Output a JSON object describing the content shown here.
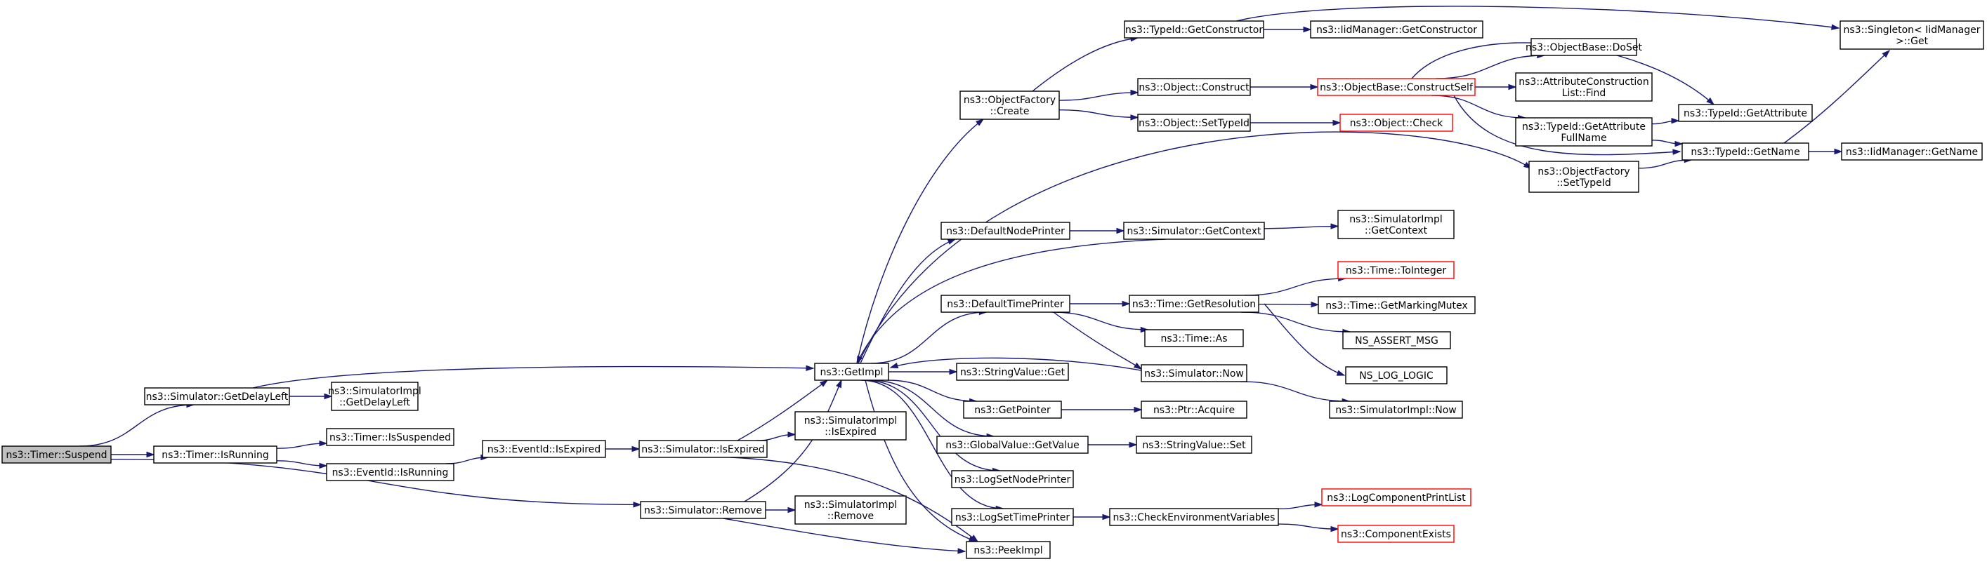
{
  "graph": {
    "nodes": [
      {
        "id": "suspend",
        "lines": [
          "ns3::Timer::Suspend"
        ],
        "style": "root"
      },
      {
        "id": "getdelayleft",
        "lines": [
          "ns3::Simulator::GetDelayLeft"
        ]
      },
      {
        "id": "isrunning",
        "lines": [
          "ns3::Timer::IsRunning"
        ]
      },
      {
        "id": "simremove",
        "lines": [
          "ns3::Simulator::Remove"
        ]
      },
      {
        "id": "getimpl",
        "lines": [
          "ns3::GetImpl"
        ]
      },
      {
        "id": "simimpl_getdelayleft",
        "lines": [
          "ns3::SimulatorImpl",
          "::GetDelayLeft"
        ]
      },
      {
        "id": "issuspended",
        "lines": [
          "ns3::Timer::IsSuspended"
        ]
      },
      {
        "id": "evid_isrunning",
        "lines": [
          "ns3::EventId::IsRunning"
        ]
      },
      {
        "id": "evid_isexpired",
        "lines": [
          "ns3::EventId::IsExpired"
        ]
      },
      {
        "id": "sim_isexpired",
        "lines": [
          "ns3::Simulator::IsExpired"
        ]
      },
      {
        "id": "simimpl_isexpired",
        "lines": [
          "ns3::SimulatorImpl",
          "::IsExpired"
        ]
      },
      {
        "id": "simimpl_remove",
        "lines": [
          "ns3::SimulatorImpl",
          "::Remove"
        ]
      },
      {
        "id": "peekimpl",
        "lines": [
          "ns3::PeekImpl"
        ]
      },
      {
        "id": "of_create",
        "lines": [
          "ns3::ObjectFactory",
          "::Create"
        ]
      },
      {
        "id": "defaultnodeprinter",
        "lines": [
          "ns3::DefaultNodePrinter"
        ]
      },
      {
        "id": "defaulttimeprinter",
        "lines": [
          "ns3::DefaultTimePrinter"
        ]
      },
      {
        "id": "stringvalue_get",
        "lines": [
          "ns3::StringValue::Get"
        ]
      },
      {
        "id": "getpointer",
        "lines": [
          "ns3::GetPointer"
        ]
      },
      {
        "id": "globalvalue_getvalue",
        "lines": [
          "ns3::GlobalValue::GetValue"
        ]
      },
      {
        "id": "logsetnodeprinter",
        "lines": [
          "ns3::LogSetNodePrinter"
        ]
      },
      {
        "id": "logsettimeprinter",
        "lines": [
          "ns3::LogSetTimePrinter"
        ]
      },
      {
        "id": "typeid_getconstructor",
        "lines": [
          "ns3::TypeId::GetConstructor"
        ]
      },
      {
        "id": "object_construct",
        "lines": [
          "ns3::Object::Construct"
        ]
      },
      {
        "id": "object_settypeid",
        "lines": [
          "ns3::Object::SetTypeId"
        ]
      },
      {
        "id": "sim_getcontext",
        "lines": [
          "ns3::Simulator::GetContext"
        ]
      },
      {
        "id": "time_getresolution",
        "lines": [
          "ns3::Time::GetResolution"
        ]
      },
      {
        "id": "time_as",
        "lines": [
          "ns3::Time::As"
        ]
      },
      {
        "id": "sim_now",
        "lines": [
          "ns3::Simulator::Now"
        ]
      },
      {
        "id": "ptr_acquire",
        "lines": [
          "ns3::Ptr::Acquire"
        ]
      },
      {
        "id": "stringvalue_set",
        "lines": [
          "ns3::StringValue::Set"
        ]
      },
      {
        "id": "checkenv",
        "lines": [
          "ns3::CheckEnvironmentVariables"
        ]
      },
      {
        "id": "iidmgr_getconstructor",
        "lines": [
          "ns3::IidManager::GetConstructor"
        ]
      },
      {
        "id": "objbase_constructself",
        "lines": [
          "ns3::ObjectBase::ConstructSelf"
        ],
        "style": "red"
      },
      {
        "id": "object_check",
        "lines": [
          "ns3::Object::Check"
        ],
        "style": "red"
      },
      {
        "id": "simimpl_getcontext",
        "lines": [
          "ns3::SimulatorImpl",
          "::GetContext"
        ]
      },
      {
        "id": "time_tointeger",
        "lines": [
          "ns3::Time::ToInteger"
        ],
        "style": "red"
      },
      {
        "id": "time_getmarkingmutex",
        "lines": [
          "ns3::Time::GetMarkingMutex"
        ]
      },
      {
        "id": "ns_assert_msg",
        "lines": [
          "NS_ASSERT_MSG"
        ]
      },
      {
        "id": "ns_log_logic",
        "lines": [
          "NS_LOG_LOGIC"
        ]
      },
      {
        "id": "simimpl_now",
        "lines": [
          "ns3::SimulatorImpl::Now"
        ]
      },
      {
        "id": "logcomponentprintlist",
        "lines": [
          "ns3::LogComponentPrintList"
        ],
        "style": "red"
      },
      {
        "id": "componentexists",
        "lines": [
          "ns3::ComponentExists"
        ],
        "style": "red"
      },
      {
        "id": "objbase_doset",
        "lines": [
          "ns3::ObjectBase::DoSet"
        ]
      },
      {
        "id": "attrconstructionlist_find",
        "lines": [
          "ns3::AttributeConstruction",
          "List::Find"
        ]
      },
      {
        "id": "typeid_getattributefullname",
        "lines": [
          "ns3::TypeId::GetAttribute",
          "FullName"
        ]
      },
      {
        "id": "of_settypeid",
        "lines": [
          "ns3::ObjectFactory",
          "::SetTypeId"
        ]
      },
      {
        "id": "singleton_get",
        "lines": [
          "ns3::Singleton< IidManager",
          " >::Get"
        ]
      },
      {
        "id": "typeid_getattribute",
        "lines": [
          "ns3::TypeId::GetAttribute"
        ]
      },
      {
        "id": "typeid_getname",
        "lines": [
          "ns3::TypeId::GetName"
        ]
      },
      {
        "id": "iidmgr_getname",
        "lines": [
          "ns3::IidManager::GetName"
        ]
      }
    ],
    "edges": [
      [
        "suspend",
        "getdelayleft"
      ],
      [
        "suspend",
        "isrunning"
      ],
      [
        "suspend",
        "simremove"
      ],
      [
        "getdelayleft",
        "getimpl"
      ],
      [
        "getdelayleft",
        "simimpl_getdelayleft"
      ],
      [
        "isrunning",
        "issuspended"
      ],
      [
        "isrunning",
        "evid_isrunning"
      ],
      [
        "evid_isrunning",
        "evid_isexpired"
      ],
      [
        "evid_isexpired",
        "sim_isexpired"
      ],
      [
        "sim_isexpired",
        "getimpl"
      ],
      [
        "sim_isexpired",
        "simimpl_isexpired"
      ],
      [
        "sim_isexpired",
        "peekimpl"
      ],
      [
        "simremove",
        "getimpl"
      ],
      [
        "simremove",
        "simimpl_remove"
      ],
      [
        "simremove",
        "peekimpl"
      ],
      [
        "getimpl",
        "of_create"
      ],
      [
        "getimpl",
        "defaultnodeprinter"
      ],
      [
        "getimpl",
        "defaulttimeprinter"
      ],
      [
        "getimpl",
        "stringvalue_get"
      ],
      [
        "getimpl",
        "getpointer"
      ],
      [
        "getimpl",
        "globalvalue_getvalue"
      ],
      [
        "getimpl",
        "logsetnodeprinter"
      ],
      [
        "getimpl",
        "logsettimeprinter"
      ],
      [
        "getimpl",
        "peekimpl"
      ],
      [
        "getimpl",
        "of_settypeid"
      ],
      [
        "sim_getcontext",
        "getimpl"
      ],
      [
        "sim_now",
        "getimpl"
      ],
      [
        "of_create",
        "typeid_getconstructor"
      ],
      [
        "of_create",
        "object_construct"
      ],
      [
        "of_create",
        "object_settypeid"
      ],
      [
        "typeid_getconstructor",
        "iidmgr_getconstructor"
      ],
      [
        "typeid_getconstructor",
        "singleton_get"
      ],
      [
        "object_construct",
        "objbase_constructself"
      ],
      [
        "object_settypeid",
        "object_check"
      ],
      [
        "objbase_constructself",
        "objbase_doset"
      ],
      [
        "objbase_constructself",
        "attrconstructionlist_find"
      ],
      [
        "objbase_constructself",
        "typeid_getattributefullname"
      ],
      [
        "objbase_constructself",
        "typeid_getattribute"
      ],
      [
        "objbase_constructself",
        "typeid_getname"
      ],
      [
        "typeid_getattributefullname",
        "typeid_getattribute"
      ],
      [
        "typeid_getattributefullname",
        "typeid_getname"
      ],
      [
        "typeid_getname",
        "singleton_get"
      ],
      [
        "typeid_getname",
        "iidmgr_getname"
      ],
      [
        "of_settypeid",
        "typeid_getname"
      ],
      [
        "defaultnodeprinter",
        "sim_getcontext"
      ],
      [
        "sim_getcontext",
        "simimpl_getcontext"
      ],
      [
        "defaulttimeprinter",
        "time_getresolution"
      ],
      [
        "defaulttimeprinter",
        "time_as"
      ],
      [
        "defaulttimeprinter",
        "sim_now"
      ],
      [
        "time_getresolution",
        "time_tointeger"
      ],
      [
        "time_getresolution",
        "time_getmarkingmutex"
      ],
      [
        "time_getresolution",
        "ns_assert_msg"
      ],
      [
        "time_getresolution",
        "ns_log_logic"
      ],
      [
        "sim_now",
        "simimpl_now"
      ],
      [
        "getpointer",
        "ptr_acquire"
      ],
      [
        "globalvalue_getvalue",
        "stringvalue_set"
      ],
      [
        "logsettimeprinter",
        "checkenv"
      ],
      [
        "checkenv",
        "logcomponentprintlist"
      ],
      [
        "checkenv",
        "componentexists"
      ]
    ]
  }
}
